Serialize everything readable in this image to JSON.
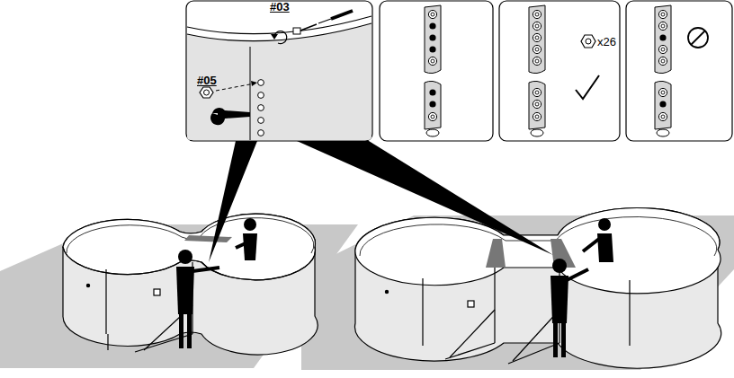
{
  "diagram": {
    "labels": [
      "#03",
      "#05",
      "x26"
    ]
  }
}
